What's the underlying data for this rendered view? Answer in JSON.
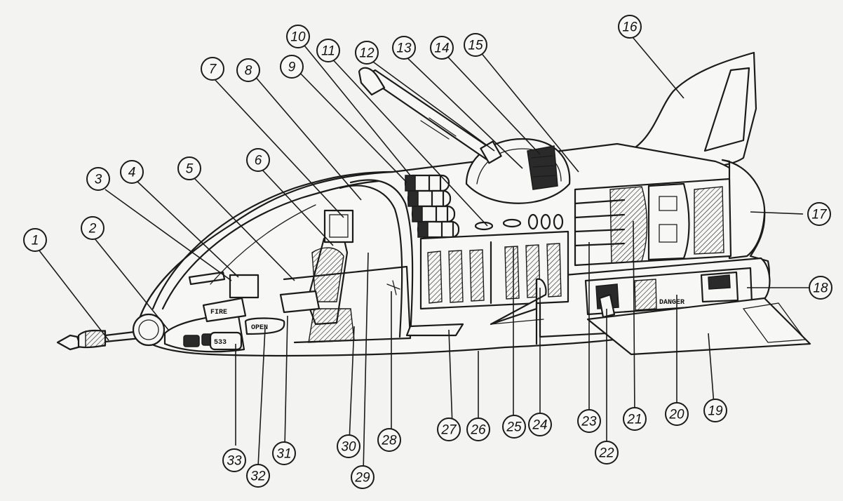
{
  "callouts": [
    "1",
    "2",
    "3",
    "4",
    "5",
    "6",
    "7",
    "8",
    "9",
    "10",
    "11",
    "12",
    "13",
    "14",
    "15",
    "16",
    "17",
    "18",
    "19",
    "20",
    "21",
    "22",
    "23",
    "24",
    "25",
    "26",
    "27",
    "28",
    "29",
    "30",
    "31",
    "32",
    "33"
  ],
  "panel_text": {
    "danger": "DANGER",
    "fire": "FIRE",
    "open": "OPEN",
    "dial": "533"
  }
}
